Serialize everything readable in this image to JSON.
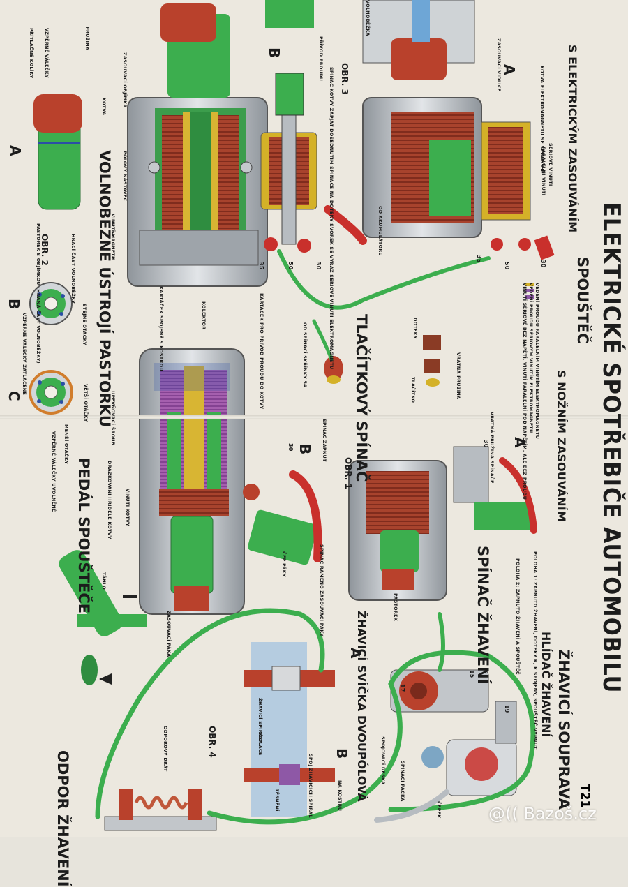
{
  "poster": {
    "code": "T21",
    "title": "ELEKTRICKÉ SPOTŘEBIČE AUTOMOBILU",
    "starter_heading": "SPOUŠTĚČ",
    "electric_engagement": "S ELEKTRICKÝM ZASOUVÁNÍM",
    "foot_engagement": "S NOŽNÍM ZASOUVÁNÍM",
    "push_switch": "TLAČÍTKOVÝ SPÍNAČ",
    "freewheel": "VOLNOBĚŽNÉ ÚSTROJÍ PASTORKU",
    "pedal": "PEDÁL SPOUŠTĚČE",
    "glow_set": "ŽHAVICÍ SOUPRAVA",
    "glow_monitor": "HLÍDAČ ŽHAVENÍ",
    "glow_switch": "SPÍNAČ ŽHAVENÍ",
    "glow_plug": "ŽHAVICÍ SVÍČKA DVOUPÓLOVÁ",
    "glow_resistor": "ODPOR ŽHAVENÍ",
    "watermark": "@(( Bazoš.cz"
  },
  "figures": {
    "obr1": "OBR. 1",
    "obr2": "OBR. 2",
    "obr3": "OBR. 3",
    "obr4": "OBR. 4",
    "letter_a": "A",
    "letter_b": "B",
    "letter_c": "C"
  },
  "legend": [
    "VEDENÍ PROUDU PARALELNÍM VINUTÍM ELEKTROMAGNETU",
    "VEDENÍ PROUDU SÉRIOVÝM VINUTÍM ELEKTROMAGNETU",
    "VINUTÍ SÉRIOVÉ BEZ NAPĚTÍ, VINUTÍ PARALELNÍ POD NAPĚTÍM, ALE BEZ PROUDU"
  ],
  "labels": {
    "pruzina": "PRUŽINA",
    "volnobezka": "VOLNOBĚŽKA",
    "zasouvaci_objimka": "ZASOUVACÍ OBJÍMKA",
    "kotva": "KOTVA",
    "polovy_nastavec": "PÓLOVÝ NÁSTAVEC",
    "vinuti_magnetu": "VINUTÍ MAGNETU",
    "kartacek_spojeny": "KARTÁČEK SPOJENÝ S KOSTROU",
    "kartacek_privod": "KARTÁČEK PRO PŘÍVOD PROUDU DO KOTVY",
    "kolektor": "KOLEKTOR",
    "privod_proudu": "PŘÍVOD PROUDU",
    "spinac_kotvy": "SPÍNAČ KOTVY ZAPJAT DOSEDNUTÍM SPÍNAČE NA DOTEKY SVOREK SE VÝRAZ SÉRIOVÉ VINUTÍ ELEKTROMAGNETU",
    "od_akumulatoru": "OD AKUMULÁTORU",
    "kotva_elektromagnetu": "KOTVA ELEKTROMAGNETU SE SPÍNAČEM",
    "zasouvaci_vidlice": "ZASOUVACÍ VIDLICE",
    "seriove_vinuti": "SÉRIOVÉ VINUTÍ",
    "paralelni_vinuti": "PARALELNÍ VINUTÍ",
    "doteky": "DOTEKY",
    "vratna_pruzina": "VRATNÁ PRUŽINA",
    "tlacitko": "TLAČÍTKO",
    "od_spinaci_skrinky": "OD SPÍNACÍ SKŘÍNKY 54",
    "vratna_pruzina_spinace": "VRATNÁ PRUŽINA SPÍNAČE",
    "spinac_zapnut": "SPÍNAČ ZAPNUT",
    "upevnovaci_sroub": "UPEVŇOVACÍ ŠROUB",
    "drazkovani": "DRÁŽKOVÁNÍ HŘÍDELE KOTVY",
    "vinuti_kotvy": "VINUTÍ KOTVY",
    "spinac_ramenu": "SPÍNAČ RAMENO ZASOUVACÍ PÁKY",
    "cep_paky": "ČEP PÁKY",
    "zasouvaci_paka": "ZASOUVACÍ PÁKA",
    "tahlo": "TÁHLO",
    "pastorek": "PASTOREK",
    "hnaci_cast": "HNACÍ ČÁST VOLNOBĚŽKY",
    "pritlacne_kolicky": "PŘÍTLAČNÉ KOLÍKY",
    "vzperne_valecky": "VZPĚRNÉ VÁLEČKY",
    "pastorek_s_objimkou": "PASTOREK S OBJÍMKOU (HNANÁ ČÁST VOLNOBĚŽKY)",
    "stejne_otacky": "STEJNÉ OTÁČKY",
    "vzperne_zatlacene": "VZPĚRNÉ VÁLEČKY ZATLAČENÉ",
    "vetsi_otacky": "VĚTŠÍ OTÁČKY",
    "mensi_otacky": "MENŠÍ OTÁČKY",
    "vzperne_uvolnene": "VZPĚRNÉ VÁLEČKY UVOLNĚNÉ",
    "spojovaci_deska": "SPOJOVACÍ DESKA",
    "spinaci_packa": "SPÍNACÍ PÁČKA",
    "cepek": "ČEPEK",
    "zhavici_spirala": "ŽHAVICÍ SPIRÁLA",
    "izolace": "IZOLACE",
    "spoj_zhavicich": "SPOJ ŽHAVICÍCH SPIRÁL",
    "tesneni": "TĚSNĚNÍ",
    "na_kostru": "NA KOSTRU",
    "odporovy_drat": "ODPOROVÝ DRÁT",
    "poloha1": "POLOHA 1: ZAPNUTO ŽHAVENÍ, DOTEKY K, K SPOJENY, SPOUŠTĚČ VYPNUT",
    "poloha2": "POLOHA 2: ZAPNUTO ŽHAVENÍ A SPOUŠTĚČ"
  },
  "terminals": {
    "t30": "30",
    "t35": "35",
    "t50": "50",
    "t54": "54",
    "t15": "15",
    "t17": "17",
    "t19": "19"
  },
  "colors": {
    "paper": "#ece8df",
    "copper": "#b9412c",
    "green": "#3cae4e",
    "red": "#c9302c",
    "yellow": "#d7b62d",
    "steel": "#b7bcc1",
    "purple": "#8e58a6"
  }
}
